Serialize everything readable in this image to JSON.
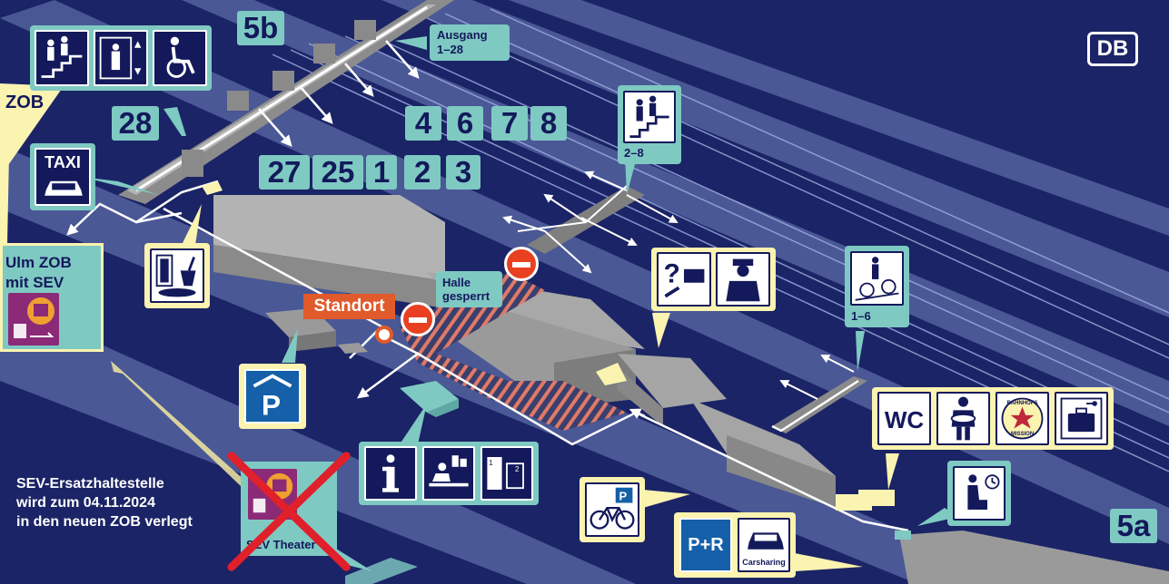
{
  "brand": {
    "logo": "DB"
  },
  "colors": {
    "background": "#1b2466",
    "sign_teal": "#7fc9c3",
    "sign_yellow": "#fbf3b0",
    "pictogram": "#13195b",
    "standort_red": "#e05a2b",
    "building_gray": "#9a9a9a"
  },
  "zob": {
    "label": "ZOB"
  },
  "entrance_5b": {
    "label": "5b"
  },
  "entrance_5a": {
    "label": "5a"
  },
  "exit_sign": {
    "line1": "Ausgang",
    "line2": "1–28"
  },
  "platform_numbers": {
    "p28": "28",
    "p27": "27",
    "p25": "25",
    "p1": "1",
    "p2": "2",
    "p3": "3",
    "p4": "4",
    "p6": "6",
    "p7": "7",
    "p8": "8"
  },
  "taxi": {
    "label": "TAXI"
  },
  "stairs_2_8": {
    "label": "2–8"
  },
  "bike_ramp": {
    "label": "1–6"
  },
  "ulm_zob": {
    "line1": "Ulm ZOB",
    "line2": "mit SEV"
  },
  "standort": {
    "label": "Standort"
  },
  "halle": {
    "line1": "Halle",
    "line2": "gesperrt"
  },
  "wc": {
    "label": "WC"
  },
  "bahnhofsmission": {
    "top": "BAHNHOFS",
    "bottom": "MISSION"
  },
  "park_ride": {
    "label": "P+R"
  },
  "carsharing": {
    "label": "Carsharing"
  },
  "sev_old": {
    "label": "SEV Theater"
  },
  "notice": {
    "line1": "SEV-Ersatzhaltestelle",
    "line2": "wird zum 04.11.2024",
    "line3": "in den neuen ZOB verlegt"
  }
}
